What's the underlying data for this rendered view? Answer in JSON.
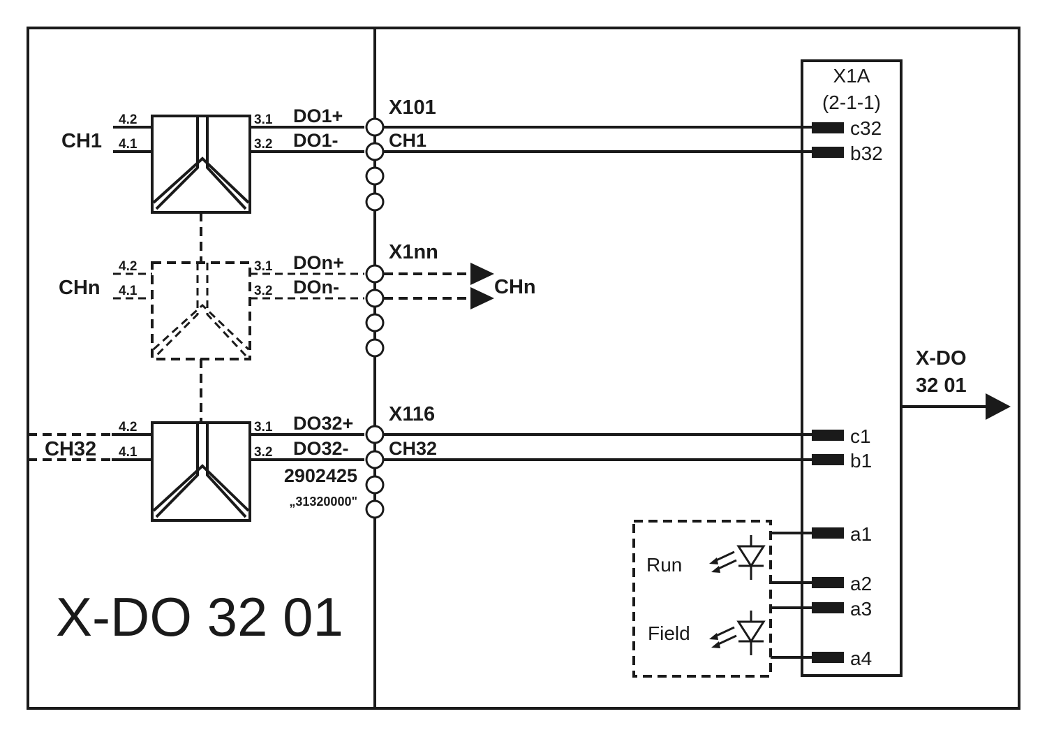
{
  "module_title": "X-DO 32 01",
  "part_number": "2902425",
  "part_code": "„31320000\"",
  "output_label_line1": "X-DO",
  "output_label_line2": "32 01",
  "connector": {
    "name": "X1A",
    "code": "(2-1-1)",
    "pins": [
      "c32",
      "b32",
      "c1",
      "b1",
      "a1",
      "a2",
      "a3",
      "a4"
    ]
  },
  "channels": [
    {
      "channel_label": "CH1",
      "pin_top": "4.2",
      "pin_bottom": "4.1",
      "out_pin_top": "3.1",
      "out_pin_bottom": "3.2",
      "signal_plus": "DO1+",
      "signal_minus": "DO1-",
      "terminal": "X101",
      "terminal_channel": "CH1"
    },
    {
      "channel_label": "CHn",
      "pin_top": "4.2",
      "pin_bottom": "4.1",
      "out_pin_top": "3.1",
      "out_pin_bottom": "3.2",
      "signal_plus": "DOn+",
      "signal_minus": "DOn-",
      "terminal": "X1nn",
      "terminal_channel": "CHn"
    },
    {
      "channel_label": "CH32",
      "pin_top": "4.2",
      "pin_bottom": "4.1",
      "out_pin_top": "3.1",
      "out_pin_bottom": "3.2",
      "signal_plus": "DO32+",
      "signal_minus": "DO32-",
      "terminal": "X116",
      "terminal_channel": "CH32"
    }
  ],
  "leds": [
    {
      "label": "Run"
    },
    {
      "label": "Field"
    }
  ]
}
